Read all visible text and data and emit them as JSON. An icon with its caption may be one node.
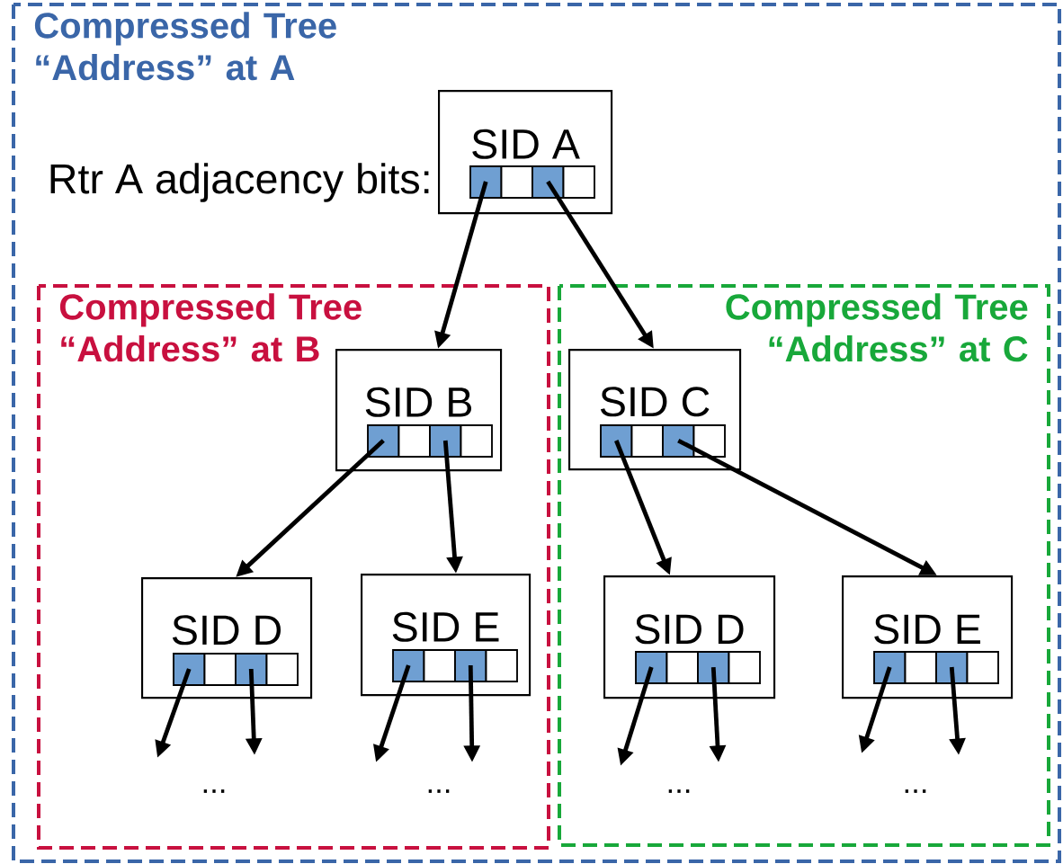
{
  "diagram": {
    "nodes": [
      {
        "text": [
          "Compressed Tree “Address” at A"
        ]
      },
      {
        "text": [
          "SID A"
        ],
        "beside": [
          "Rtr A adjacency bits:"
        ],
        "in": 0
      },
      {
        "text": [
          "Compressed Tree “Address” at B"
        ],
        "in": 0
      },
      {
        "text": [
          "SID B"
        ],
        "in": 2
      },
      {
        "text": [
          "Compressed Tree “Address” at C"
        ],
        "in": 0
      },
      {
        "text": [
          "SID C"
        ],
        "in": 4
      },
      {
        "text": [
          "SID D"
        ],
        "in": 2
      },
      {
        "text": [
          "SID E"
        ],
        "in": 2
      },
      {
        "text": [
          "SID D"
        ],
        "in": 4
      },
      {
        "text": [
          "SID E"
        ],
        "in": 4
      }
    ],
    "edges": [
      {
        "from": 1,
        "to": 3,
        "arrow": "to"
      },
      {
        "from": 1,
        "to": 5,
        "arrow": "to"
      },
      {
        "from": 3,
        "to": 6,
        "arrow": "to"
      },
      {
        "from": 3,
        "to": 7,
        "arrow": "to"
      },
      {
        "from": 5,
        "to": 8,
        "arrow": "to"
      },
      {
        "from": 5,
        "to": 9,
        "arrow": "to"
      },
      {
        "from": 6,
        "to": null,
        "arrow": "to"
      },
      {
        "from": 6,
        "to": null,
        "arrow": "to"
      },
      {
        "from": 7,
        "to": null,
        "arrow": "to"
      },
      {
        "from": 7,
        "to": null,
        "arrow": "to"
      },
      {
        "from": 8,
        "to": null,
        "arrow": "to"
      },
      {
        "from": 8,
        "to": null,
        "arrow": "to"
      },
      {
        "from": 9,
        "to": null,
        "arrow": "to"
      },
      {
        "from": 9,
        "to": null,
        "arrow": "to"
      }
    ],
    "labels": [
      "...",
      "...",
      "...",
      "..."
    ]
  }
}
